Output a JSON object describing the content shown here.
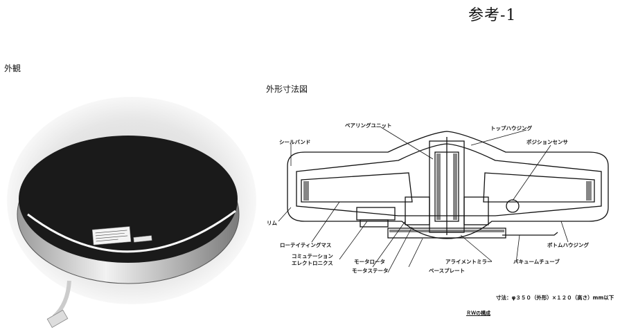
{
  "header": {
    "page_ref": "参考-1"
  },
  "photo_section": {
    "title": "外観"
  },
  "diagram_section": {
    "title": "外形寸法図",
    "labels": {
      "bearing_unit": "ベアリングユニット",
      "top_housing": "トップハウジング",
      "seal_band": "シールバンド",
      "position_sensor": "ポジションセンサ",
      "rim": "リム",
      "rotating_mass": "ローテイティングマス",
      "commutation": "コミュテーション",
      "electronics": "エレクトロニクス",
      "bottom_housing": "ボトムハウジング",
      "motor_rotor": "モータロータ",
      "alignment_mirror": "アライメントミラー",
      "vacuum_tube": "バキュームチューブ",
      "motor_stator": "モータステータ",
      "base_plate": "ベースプレート"
    },
    "dimensions": "寸法：φ３５０（外形）×１２０（高さ）mm以下",
    "figure_caption": "ＲＷの構成"
  },
  "colors": {
    "ink": "#111111",
    "wheel_top": "#1a1a1a",
    "paper": "#ffffff"
  }
}
